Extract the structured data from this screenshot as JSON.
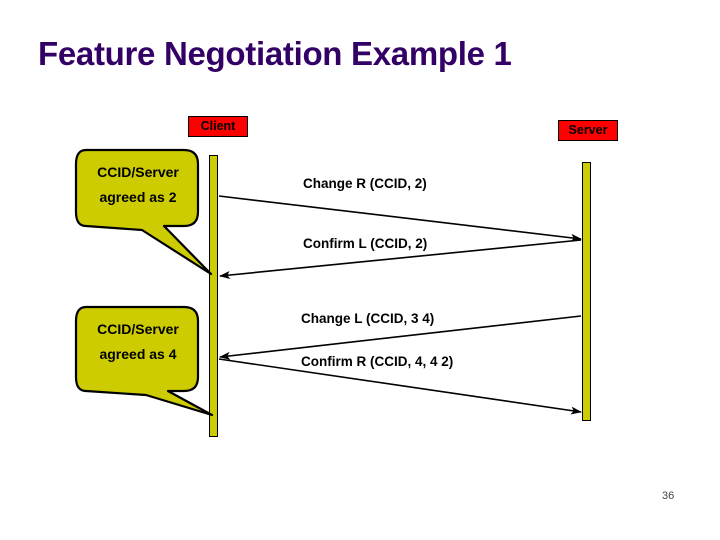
{
  "slide": {
    "title": "Feature Negotiation Example 1",
    "page_number": "36",
    "background_color": "#ffffff",
    "title_color": "#330066"
  },
  "actors": [
    {
      "id": "client",
      "label": "Client",
      "box_color": "#ff0000",
      "lifeline_color": "#cccc00"
    },
    {
      "id": "server",
      "label": "Server",
      "box_color": "#ff0000",
      "lifeline_color": "#cccc00"
    }
  ],
  "callouts": [
    {
      "id": "callout-agreed-2",
      "line1": "CCID/Server",
      "line2": "agreed as 2",
      "fill_color": "#cccc00",
      "border_color": "#000000"
    },
    {
      "id": "callout-agreed-4",
      "line1": "CCID/Server",
      "line2": "agreed as 4",
      "fill_color": "#cccc00",
      "border_color": "#000000"
    }
  ],
  "messages": [
    {
      "id": "change-r",
      "label": "Change R (CCID, 2)",
      "direction": "client-to-server"
    },
    {
      "id": "confirm-l",
      "label": "Confirm L (CCID, 2)",
      "direction": "server-to-client"
    },
    {
      "id": "change-l",
      "label": "Change L (CCID, 3 4)",
      "direction": "server-to-client"
    },
    {
      "id": "confirm-r",
      "label": "Confirm R (CCID, 4, 4 2)",
      "direction": "client-to-server"
    }
  ]
}
